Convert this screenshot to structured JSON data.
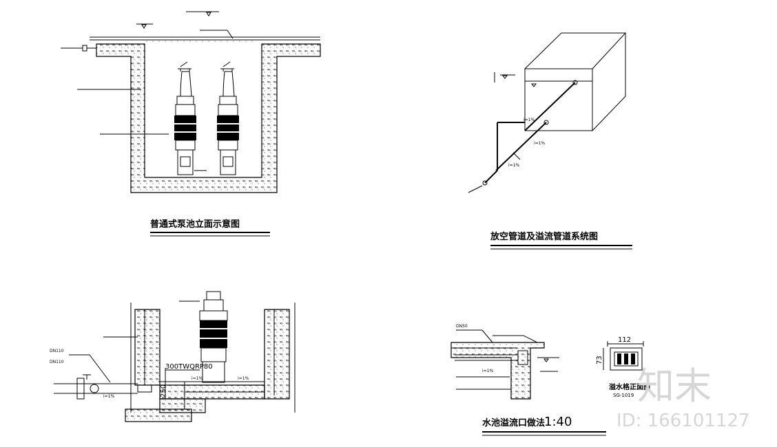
{
  "drawings": {
    "pump_elevation": {
      "title": "普通式泵池立面示意图"
    },
    "overflow_system": {
      "title": "放空管道及溢流管道系统图",
      "slope1": "i=1%",
      "slope2": "i=1%",
      "slope3": "i=1%"
    },
    "pump_section": {
      "pipe_label_1": "DN110",
      "pipe_label_2": "DN110",
      "dim_vertical": "250",
      "dim_text": "300TWQRP80",
      "slope_left": "i=1%",
      "slope_mid": "i=1%",
      "slope_right": "i=1%"
    },
    "overflow_outlet": {
      "title": "水池溢流口做法",
      "scale": "1:40",
      "pipe_label": "DN50",
      "slope": "i=1%",
      "dim_width": "112",
      "dim_height": "73",
      "inset_caption": "溢水格正面图",
      "inset_ref": "SG-1019"
    }
  },
  "watermark": {
    "text": "知末",
    "id": "ID: 166101127"
  }
}
